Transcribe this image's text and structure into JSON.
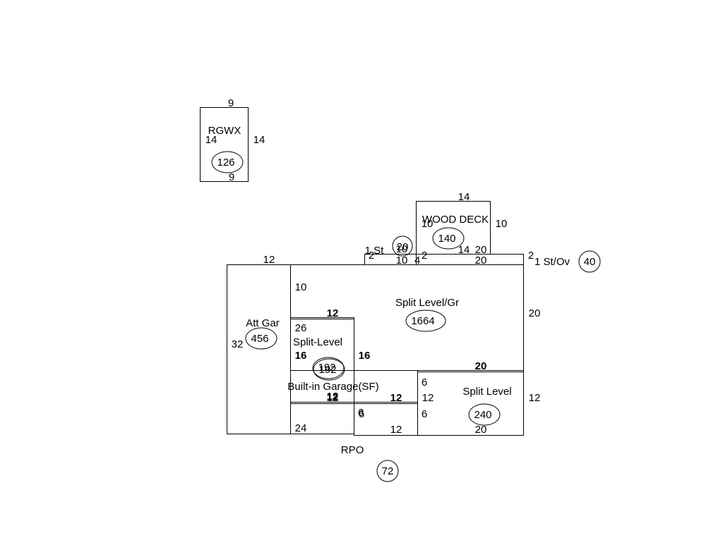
{
  "sketch": {
    "rgwx": {
      "label": "RGWX",
      "area": "126",
      "dim_top": "9",
      "dim_bottom": "9",
      "dim_left": "14",
      "dim_right": "14"
    },
    "wood_deck": {
      "label": "WOOD DECK",
      "area": "140",
      "dim_top": "14",
      "dim_left": "10",
      "dim_right": "10",
      "dim_bottom_a": "14",
      "dim_bottom_b": "20"
    },
    "first_story": {
      "label": "1 St",
      "area": "20",
      "dim_left": "2",
      "dim_top": "10",
      "dim_bottom": "10",
      "dim_right": "2"
    },
    "first_story_overhang": {
      "label": "1 St/Ov",
      "area": "40",
      "dim_left": "4",
      "dim_bottom": "20",
      "dim_right": "2"
    },
    "split_level_gr": {
      "label": "Split Level/Gr",
      "area": "1664",
      "dim_right": "20",
      "dim_inner_left": "10",
      "dim_inner_bottom": "20"
    },
    "att_gar": {
      "label": "Att Gar",
      "area": "456",
      "dim_top": "12",
      "dim_left": "32",
      "dim_bottom": "24",
      "dim_inner": "26"
    },
    "split_level_upper": {
      "label": "Split-Level",
      "area": "192",
      "dim_top": "12",
      "dim_left": "16",
      "dim_right": "16",
      "dim_bottom": "12"
    },
    "builtin_garage": {
      "label": "Built-in Garage(SF)",
      "area": "192",
      "dim_top": "12",
      "dim_bottom": "12"
    },
    "split_level_right": {
      "label": "Split Level",
      "area": "240",
      "dim_top": "20",
      "dim_left_a": "6",
      "dim_left_b": "12",
      "dim_left_c": "6",
      "dim_right": "12",
      "dim_bottom": "20"
    },
    "rpo": {
      "label": "RPO",
      "area": "72",
      "dim_top": "12",
      "dim_left": "6",
      "dim_left_b": "6",
      "dim_bottom": "12"
    }
  }
}
